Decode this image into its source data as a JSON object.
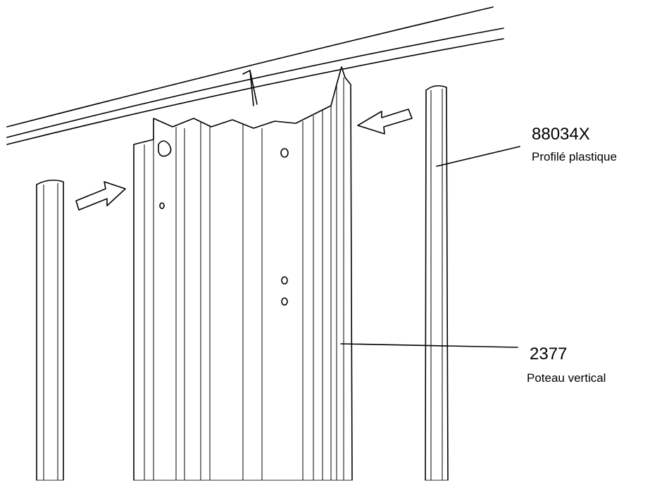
{
  "callouts": [
    {
      "part_number": "88034X",
      "description": "Profilé plastique"
    },
    {
      "part_number": "2377",
      "description": "Poteau vertical"
    }
  ]
}
